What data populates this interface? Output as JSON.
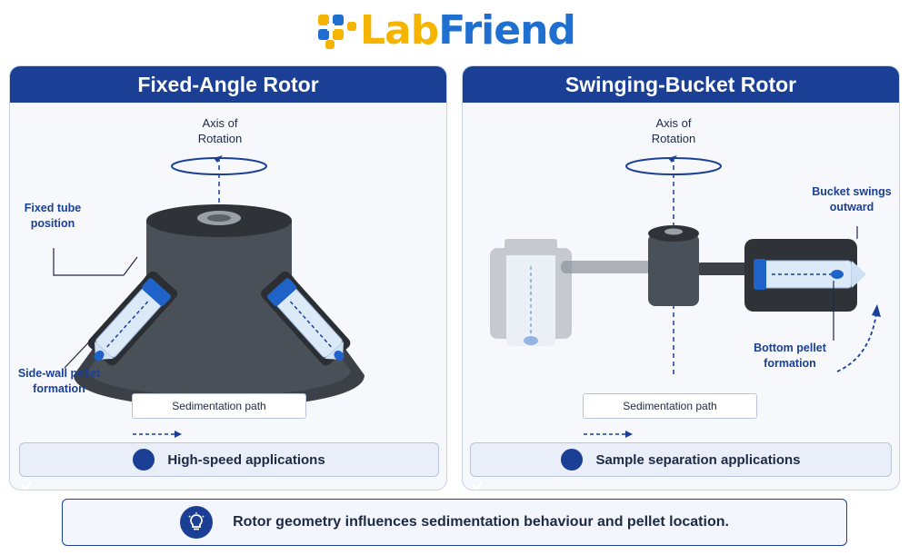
{
  "logo": {
    "part1": "Lab",
    "part2": "Friend"
  },
  "left_panel": {
    "title": "Fixed-Angle Rotor",
    "axis_label_1": "Axis of",
    "axis_label_2": "Rotation",
    "tube_label_1": "Fixed tube",
    "tube_label_2": "position",
    "pellet_label_1": "Side-wall pellet",
    "pellet_label_2": "formation",
    "sedimentation": "Sedimentation path",
    "application": "High-speed applications"
  },
  "right_panel": {
    "title": "Swinging-Bucket Rotor",
    "axis_label_1": "Axis of",
    "axis_label_2": "Rotation",
    "bucket_label_1": "Bucket swings",
    "bucket_label_2": "outward",
    "pellet_label_1": "Bottom pellet",
    "pellet_label_2": "formation",
    "sedimentation": "Sedimentation path",
    "application": "Sample separation applications"
  },
  "footer": {
    "text": "Rotor geometry influences sedimentation behaviour and pellet location."
  },
  "colors": {
    "brand_navy": "#1a3f94",
    "logo_yellow": "#f5b400",
    "logo_blue": "#1f6fd1",
    "rotor_gray": "#3c4148",
    "tube_cap_blue": "#1f63c8"
  },
  "icons": [
    "logo-icon",
    "rotation-arrow-icon",
    "check-icon",
    "lightbulb-icon"
  ]
}
